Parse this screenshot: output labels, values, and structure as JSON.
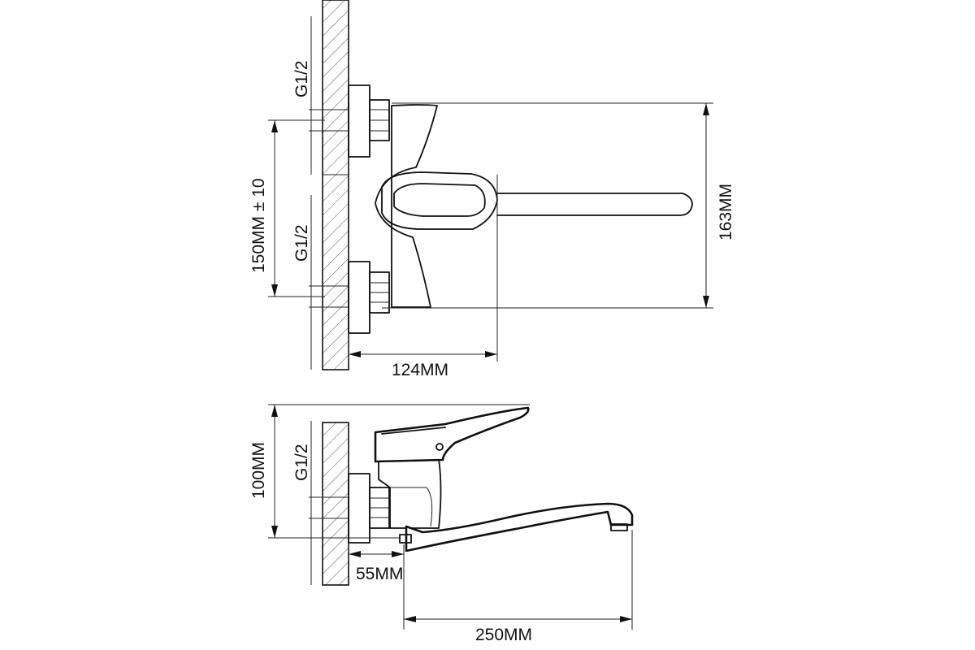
{
  "dimensions": {
    "thread_top": "G1/2",
    "thread_middle": "G1/2",
    "thread_side": "G1/2",
    "inlet_spacing": "150MM ± 10",
    "height_front": "163MM",
    "depth_front": "124MM",
    "height_side": "100MM",
    "wall_offset": "55MM",
    "spout_reach": "250MM"
  },
  "colors": {
    "line": "#111111",
    "background": "#ffffff"
  }
}
